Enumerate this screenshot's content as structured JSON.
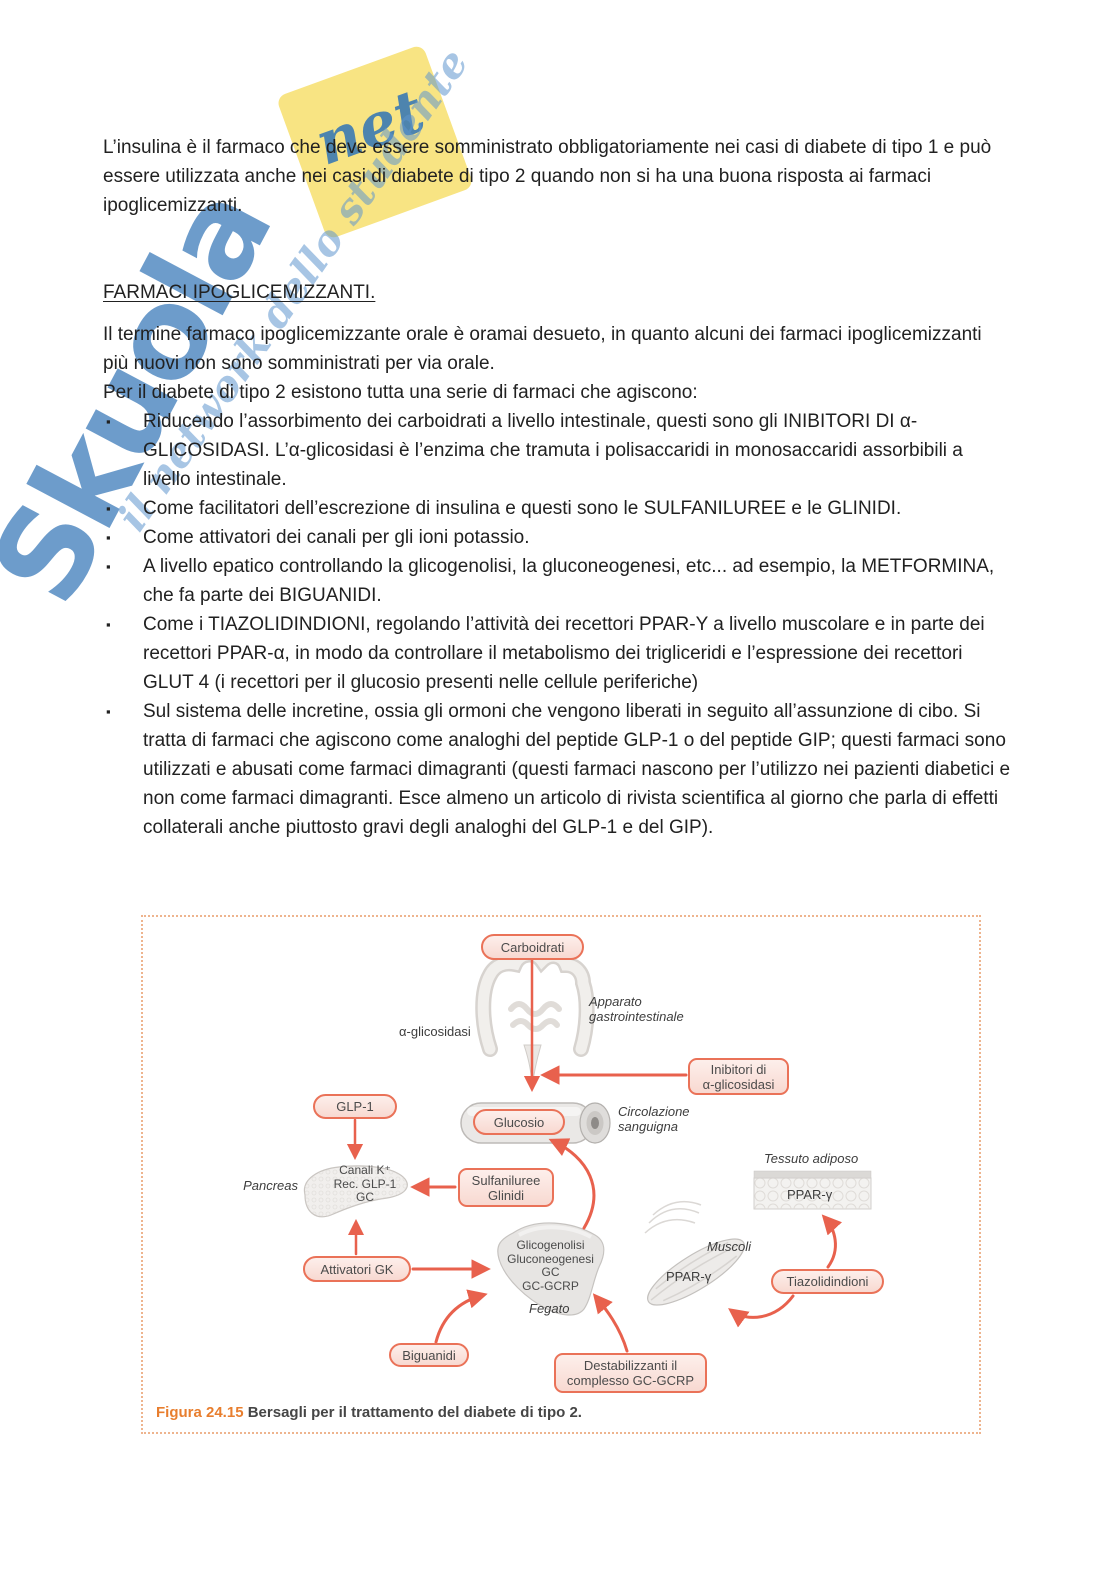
{
  "watermark": {
    "brand": "Skuola",
    "brand_suffix": "net",
    "tagline": "il network dello studente",
    "brand_blue": "#3476b7",
    "brand_yellow": "#f8e483"
  },
  "document": {
    "bullet_marker": "▪",
    "intro_paragraph": "L’insulina è il farmaco che deve essere somministrato obbligatoriamente nei casi di diabete di tipo 1 e può essere utilizzata anche nei casi di diabete di tipo 2 quando non si ha una buona risposta ai farmaci ipoglicemizzanti.",
    "section_heading": "FARMACI IPOGLICEMIZZANTI.",
    "paragraph_desueto": "Il termine farmaco ipoglicemizzante orale è oramai desueto, in quanto alcuni dei farmaci ipoglicemizzanti più nuovi non sono somministrati per via orale.",
    "paragraph_list_intro": "Per il diabete di tipo 2 esistono tutta una serie di farmaci che agiscono:",
    "bullets": [
      {
        "text": "Riducendo l’assorbimento dei carboidrati a livello intestinale, questi sono gli INIBITORI DI α-GLICOSIDASI. L’α-glicosidasi è l’enzima che tramuta i polisaccaridi in monosaccaridi assorbibili a livello intestinale."
      },
      {
        "text": "Come facilitatori dell’escrezione di insulina e questi sono le SULFANILUREE e le GLINIDI."
      },
      {
        "text": "Come attivatori dei canali per gli ioni potassio."
      },
      {
        "text": "A livello epatico controllando la glicogenolisi, la gluconeogenesi, etc... ad esempio, la METFORMINA, che fa parte dei BIGUANIDI."
      },
      {
        "text": "Come i TIAZOLIDINDIONI, regolando l’attività dei recettori PPAR-Y a livello muscolare e in parte dei recettori PPAR-α, in modo da controllare il metabolismo dei trigliceridi e l’espressione dei recettori GLUT 4 (i recettori per il glucosio presenti nelle cellule periferiche)"
      },
      {
        "text": "Sul sistema delle incretine, ossia gli ormoni che vengono liberati in seguito all’assunzione di cibo. Si tratta di farmaci che agiscono come analoghi del peptide GLP-1 o del peptide GIP; questi farmaci sono utilizzati e abusati come farmaci dimagranti (questi farmaci nascono per l’utilizzo nei pazienti diabetici e non come farmaci dimagranti. Esce almeno un articolo di rivista scientifica al giorno che parla di effetti collaterali anche piuttosto gravi degli analoghi del GLP-1 e del GIP)."
      }
    ]
  },
  "figure": {
    "caption_label": "Figura 24.15",
    "caption_text": "Bersagli per il trattamento del diabete di tipo 2.",
    "colors": {
      "accent_arrow": "#e8614d",
      "box_border": "#ea7258",
      "box_fill": "#f8d9d1",
      "frame_dots": "#eeb48e",
      "caption_orange": "#e87e2e"
    },
    "nodes": {
      "carboidrati": "Carboidrati",
      "inibitori": "Inibitori di\nα-glicosidasi",
      "glp1": "GLP-1",
      "glucosio": "Glucosio",
      "sulfaniluree": "Sulfaniluree\nGlinidi",
      "attivatori": "Attivatori GK",
      "biguanidi": "Biguanidi",
      "destabilizzanti": "Destabilizzanti il\ncomplesso GC-GCRP",
      "tiazolidindioni": "Tiazolidindioni"
    },
    "labels": {
      "apparato": "Apparato\ngastrointestinale",
      "alfa_glicosidasi": "α-glicosidasi",
      "circolazione": "Circolazione\nsanguigna",
      "tessuto_adiposo": "Tessuto adiposo",
      "ppar_adiposo": "PPAR-γ",
      "pancreas": "Pancreas",
      "pancreas_targets": "Canali K⁺\nRec. GLP-1\nGC",
      "liver_targets": "Glicogenolisi\nGluconeogenesi\nGC\nGC-GCRP",
      "fegato": "Fegato",
      "muscoli": "Muscoli",
      "ppar_muscolo": "PPAR-γ"
    }
  }
}
